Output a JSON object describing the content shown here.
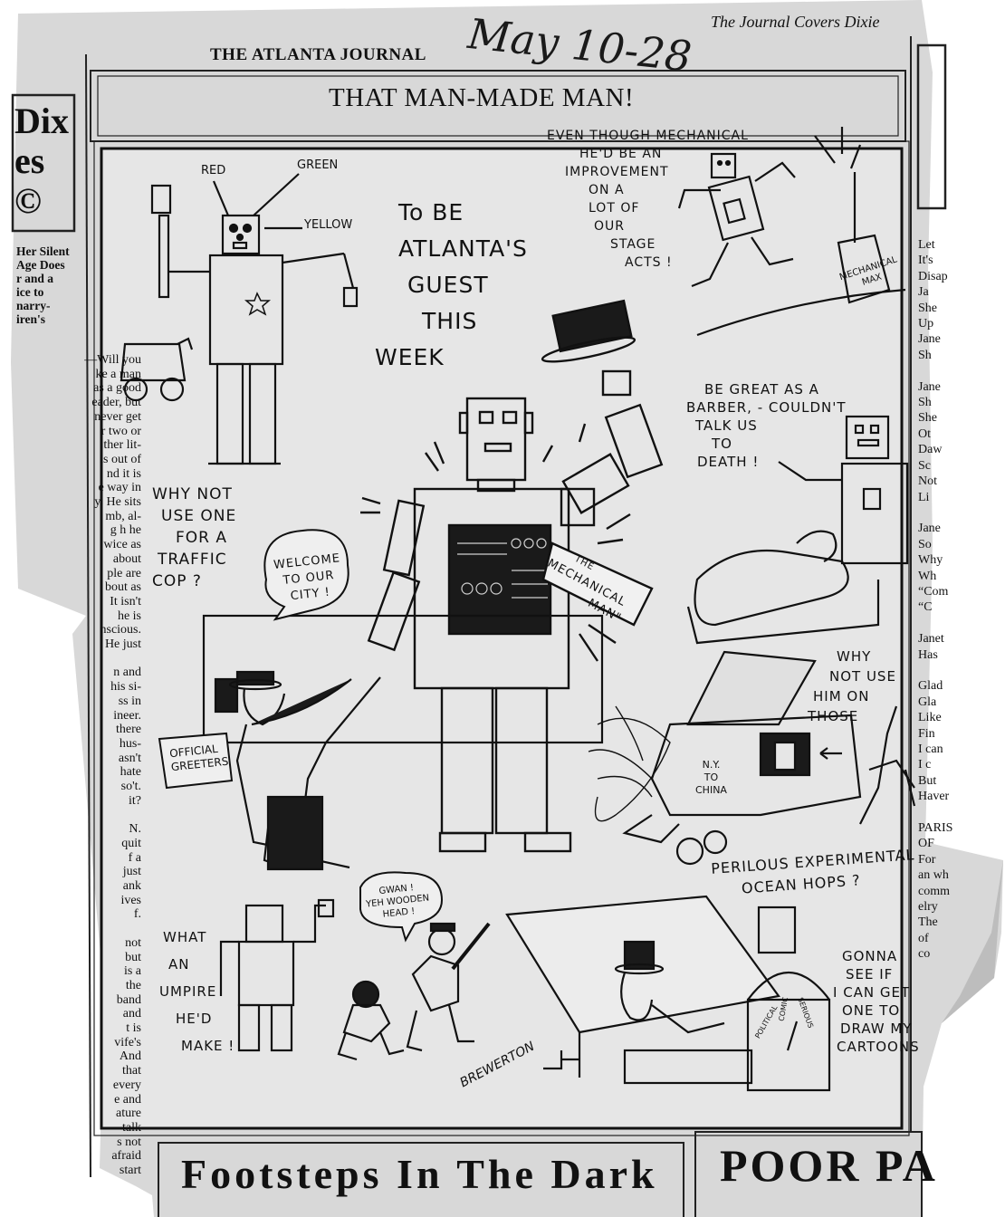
{
  "masthead": "THE ATLANTA JOURNAL",
  "dateline": "May 10-28",
  "tagline": "The Journal Covers Dixie",
  "cartoon_title": "THAT MAN-MADE MAN!",
  "left_column": {
    "headline": [
      "Dix",
      "es",
      "©"
    ],
    "subhead": [
      "Her Silent",
      "Age Does",
      "r and a",
      "ice to",
      "narry-",
      "iren's"
    ],
    "lines": [
      "—Will you",
      "ke a man",
      "as a good",
      "eader, but",
      "never get",
      "r two or",
      "ther lit-",
      "is out of",
      "nd it is",
      "e way in",
      "y. He sits",
      "mb, al-",
      "g h he",
      "wice as",
      "about",
      "ple are",
      "bout as",
      "It isn't",
      "he is",
      "nscious.",
      "He just",
      "",
      "n and",
      "his si-",
      "ss in",
      "ineer.",
      "there",
      "hus-",
      "asn't",
      "hate",
      "so't.",
      "it?",
      "",
      "N.",
      "quit",
      "f a",
      "just",
      "ank",
      "ives",
      "f.",
      "",
      "not",
      "but",
      "is a",
      "the",
      "band",
      "and",
      "t is",
      "vife's",
      "And",
      "that",
      "every",
      "e and",
      "ature",
      "talk",
      "s not",
      "afraid",
      "start"
    ]
  },
  "right_column": {
    "lines": [
      "Let",
      "It's",
      "Disap",
      "Ja",
      "She",
      "Up",
      "Jane",
      "Sh",
      "",
      "Jane",
      "Sh",
      "She",
      "Ot",
      "Daw",
      "Sc",
      "Not",
      "Li",
      "",
      "Jane",
      "So",
      "Why",
      "Wh",
      "“Com",
      "“C",
      "",
      "Janet",
      "Has",
      "",
      "Glad",
      "Gla",
      "Like",
      "Fin",
      "I can",
      "I c",
      "But",
      "Haver",
      "",
      "PARIS",
      "OF",
      "For",
      "an wh",
      "comm",
      "elry",
      "The",
      "of",
      "co"
    ]
  },
  "cartoon": {
    "center_caption": [
      "To BE",
      "ATLANTA'S",
      "GUEST",
      "THIS",
      "WEEK"
    ],
    "traffic_labels": [
      "RED",
      "GREEN",
      "YELLOW"
    ],
    "traffic_caption": [
      "WHY NOT",
      "USE ONE",
      "FOR A",
      "TRAFFIC",
      "COP ?"
    ],
    "stage_caption": [
      "EVEN THOUGH MECHANICAL",
      "HE'D BE AN",
      "IMPROVEMENT",
      "ON A",
      "LOT OF",
      "OUR",
      "STAGE",
      "ACTS !"
    ],
    "mechanical_max_sign": [
      "MECHANICAL",
      "MAX"
    ],
    "barber_caption": [
      "BE GREAT AS A",
      "BARBER, - COULDN'T",
      "TALK US",
      "TO",
      "DEATH !"
    ],
    "welcome_bubble": [
      "WELCOME",
      "TO OUR",
      "CITY !"
    ],
    "greeters_sign": [
      "OFFICIAL",
      "GREETERS"
    ],
    "sash": [
      "THE",
      "MECHANICAL",
      "MAN\""
    ],
    "plane_caption": [
      "WHY",
      "NOT USE",
      "HIM ON",
      "THOSE"
    ],
    "plane_label": [
      "N.Y.",
      "TO",
      "CHINA"
    ],
    "ocean_caption": [
      "PERILOUS EXPERIMENTAL",
      "OCEAN HOPS ?"
    ],
    "umpire_caption": [
      "WHAT",
      "AN",
      "UMPIRE",
      "HE'D",
      "MAKE !"
    ],
    "batter_bubble": [
      "GWAN !",
      "YEH WOODEN",
      "HEAD !"
    ],
    "artist_caption": [
      "GONNA",
      "SEE IF",
      "I CAN GET",
      "ONE TO",
      "DRAW MY",
      "CARTOONS"
    ],
    "dial_labels": [
      "POLITICAL",
      "COMIC",
      "SERIOUS"
    ],
    "signature": "BREWERTON"
  },
  "bottom": {
    "left_headline": "Footsteps In The Dark",
    "right_headline": "POOR PA"
  }
}
